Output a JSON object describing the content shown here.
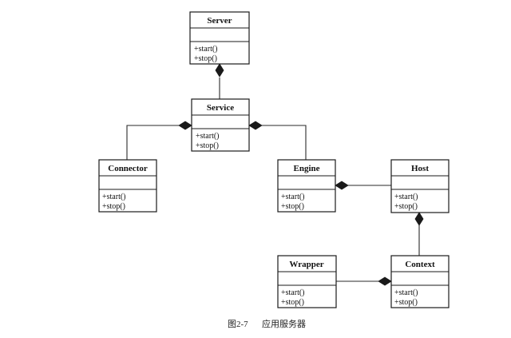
{
  "diagram": {
    "classes": {
      "server": {
        "name": "Server",
        "methods": [
          "+start()",
          "+stop()"
        ]
      },
      "service": {
        "name": "Service",
        "methods": [
          "+start()",
          "+stop()"
        ]
      },
      "connector": {
        "name": "Connector",
        "methods": [
          "+start()",
          "+stop()"
        ]
      },
      "engine": {
        "name": "Engine",
        "methods": [
          "+start()",
          "+stop()"
        ]
      },
      "host": {
        "name": "Host",
        "methods": [
          "+start()",
          "+stop()"
        ]
      },
      "context": {
        "name": "Context",
        "methods": [
          "+start()",
          "+stop()"
        ]
      },
      "wrapper": {
        "name": "Wrapper",
        "methods": [
          "+start()",
          "+stop()"
        ]
      }
    },
    "relations": [
      {
        "type": "composition",
        "whole": "Server",
        "part": "Service"
      },
      {
        "type": "composition",
        "whole": "Service",
        "part": "Connector"
      },
      {
        "type": "composition",
        "whole": "Service",
        "part": "Engine"
      },
      {
        "type": "composition",
        "whole": "Engine",
        "part": "Host"
      },
      {
        "type": "composition",
        "whole": "Host",
        "part": "Context"
      },
      {
        "type": "composition",
        "whole": "Context",
        "part": "Wrapper"
      }
    ],
    "caption_number": "图2-7",
    "caption_title": "应用服务器"
  }
}
